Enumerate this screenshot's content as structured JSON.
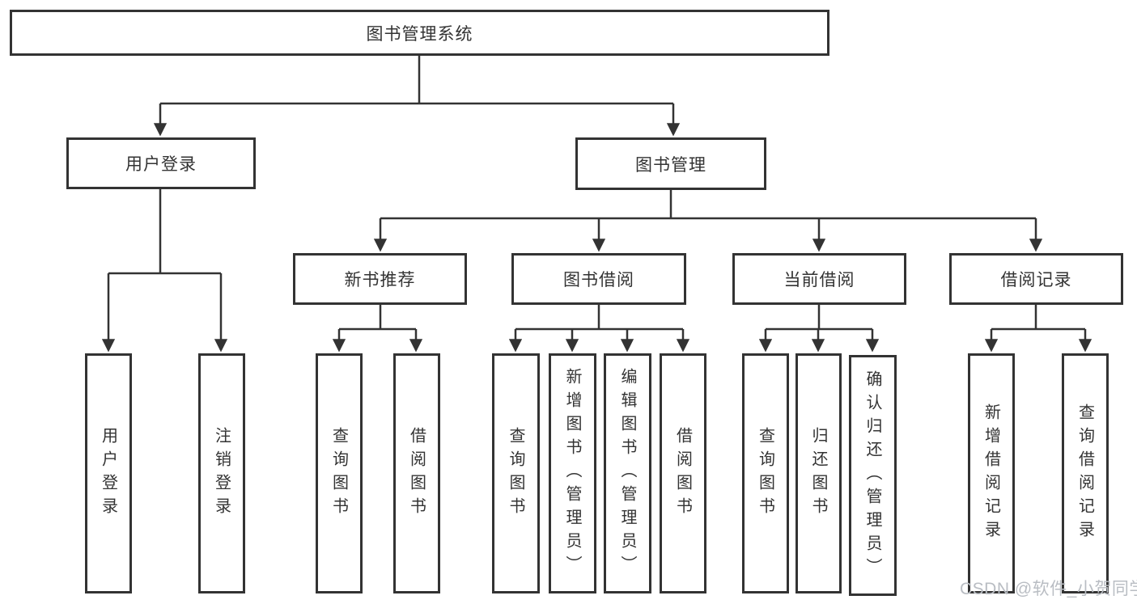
{
  "diagram": {
    "tree": {
      "label": "图书管理系统",
      "children": [
        {
          "label": "用户登录",
          "children": [
            {
              "label": "用户登录"
            },
            {
              "label": "注销登录"
            }
          ]
        },
        {
          "label": "图书管理",
          "children": [
            {
              "label": "新书推荐",
              "children": [
                {
                  "label": "查询图书"
                },
                {
                  "label": "借阅图书"
                }
              ]
            },
            {
              "label": "图书借阅",
              "children": [
                {
                  "label": "查询图书"
                },
                {
                  "label": "新增图书（管理员）"
                },
                {
                  "label": "编辑图书（管理员）"
                },
                {
                  "label": "借阅图书"
                }
              ]
            },
            {
              "label": "当前借阅",
              "children": [
                {
                  "label": "查询图书"
                },
                {
                  "label": "归还图书"
                },
                {
                  "label": "确认归还（管理员）"
                }
              ]
            },
            {
              "label": "借阅记录",
              "children": [
                {
                  "label": "新增借阅记录"
                },
                {
                  "label": "查询借阅记录"
                }
              ]
            }
          ]
        }
      ]
    }
  },
  "watermark": {
    "text": "CSDN @软件_小贺同学"
  },
  "colors": {
    "line": "#333333",
    "box_border": "#333333",
    "text": "#333333",
    "watermark_text": "#b9bdc3",
    "background": "#ffffff"
  }
}
